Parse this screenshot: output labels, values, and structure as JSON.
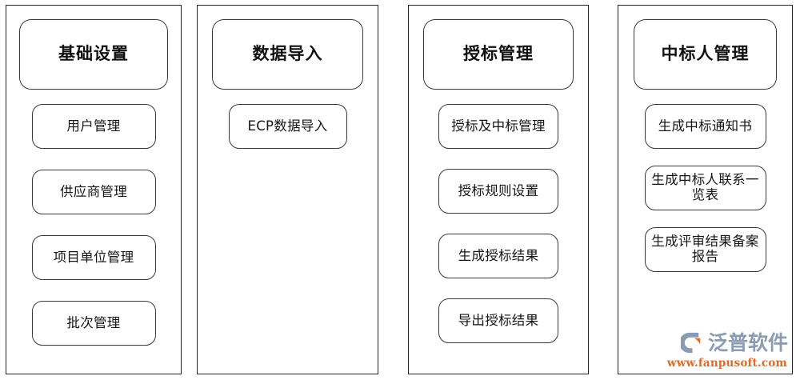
{
  "diagram": {
    "title": "",
    "columns": [
      {
        "id": "basic-settings",
        "header": "基础设置",
        "items": [
          {
            "label": "用户管理"
          },
          {
            "label": "供应商管理"
          },
          {
            "label": "项目单位管理"
          },
          {
            "label": "批次管理"
          }
        ]
      },
      {
        "id": "data-import",
        "header": "数据导入",
        "items": [
          {
            "label": "ECP数据导入"
          }
        ]
      },
      {
        "id": "award-management",
        "header": "授标管理",
        "items": [
          {
            "label": "授标及中标管理"
          },
          {
            "label": "授标规则设置"
          },
          {
            "label": "生成授标结果"
          },
          {
            "label": "导出授标结果"
          }
        ]
      },
      {
        "id": "winner-management",
        "header": "中标人管理",
        "items": [
          {
            "label": "生成中标通知书"
          },
          {
            "label": "生成中标人联系一览表"
          },
          {
            "label": "生成评审结果备案报告"
          }
        ]
      }
    ]
  },
  "watermark": {
    "brand": "泛普软件",
    "url": "www.fanpusoft.com",
    "mark_icon": "fanpu-logo-icon",
    "colors": {
      "brand_text": "#8a9bb2",
      "url_text": "#e06a28",
      "mark_arc": "#8a9bb2",
      "mark_wedge": "#e06a28"
    }
  },
  "style": {
    "background": "#ffffff",
    "border": "#3a3a3a",
    "text": "#151515"
  }
}
